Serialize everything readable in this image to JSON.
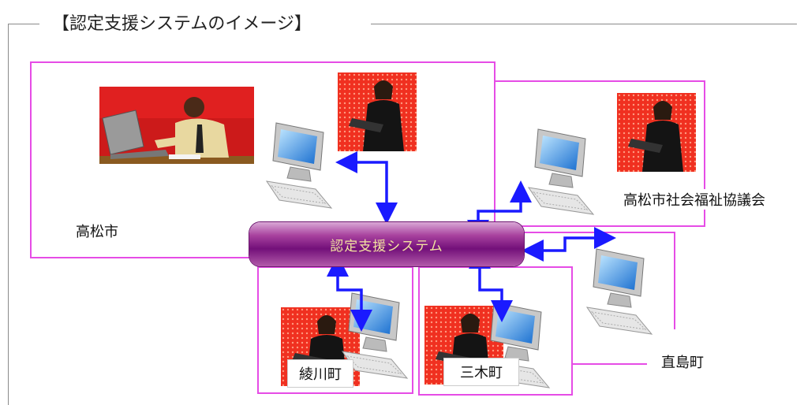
{
  "title": "【認定支援システムのイメージ】",
  "system_label": "認定支援システム",
  "locations": {
    "takamatsu": "高松市",
    "council": "高松市社会福祉協議会",
    "ayagawa": "綾川町",
    "miki": "三木町",
    "naoshima": "直島町"
  },
  "colors": {
    "box_border": "#e64ce6",
    "arrow": "#1a1aff",
    "system_fill": "#7a1a7f",
    "system_text": "#f3e3a0"
  }
}
